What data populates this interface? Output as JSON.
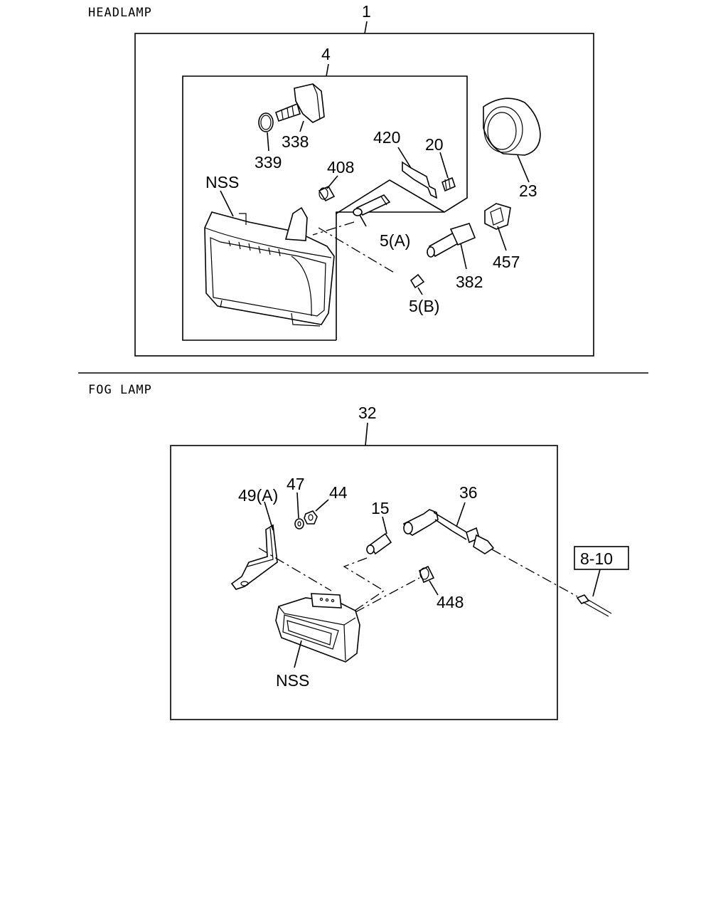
{
  "sections": {
    "headlamp": "HEADLAMP",
    "foglamp": "FOG LAMP"
  },
  "headlamp_labels": {
    "p1": "1",
    "p4": "4",
    "p338": "338",
    "p339": "339",
    "p420": "420",
    "p20": "20",
    "p23": "23",
    "p408": "408",
    "nss": "NSS",
    "p5a": "5(A)",
    "p5b": "5(B)",
    "p382": "382",
    "p457": "457"
  },
  "foglamp_labels": {
    "p32": "32",
    "p49a": "49(A)",
    "p47": "47",
    "p44": "44",
    "p15": "15",
    "p36": "36",
    "p448": "448",
    "nss": "NSS",
    "ref": "8-10"
  }
}
